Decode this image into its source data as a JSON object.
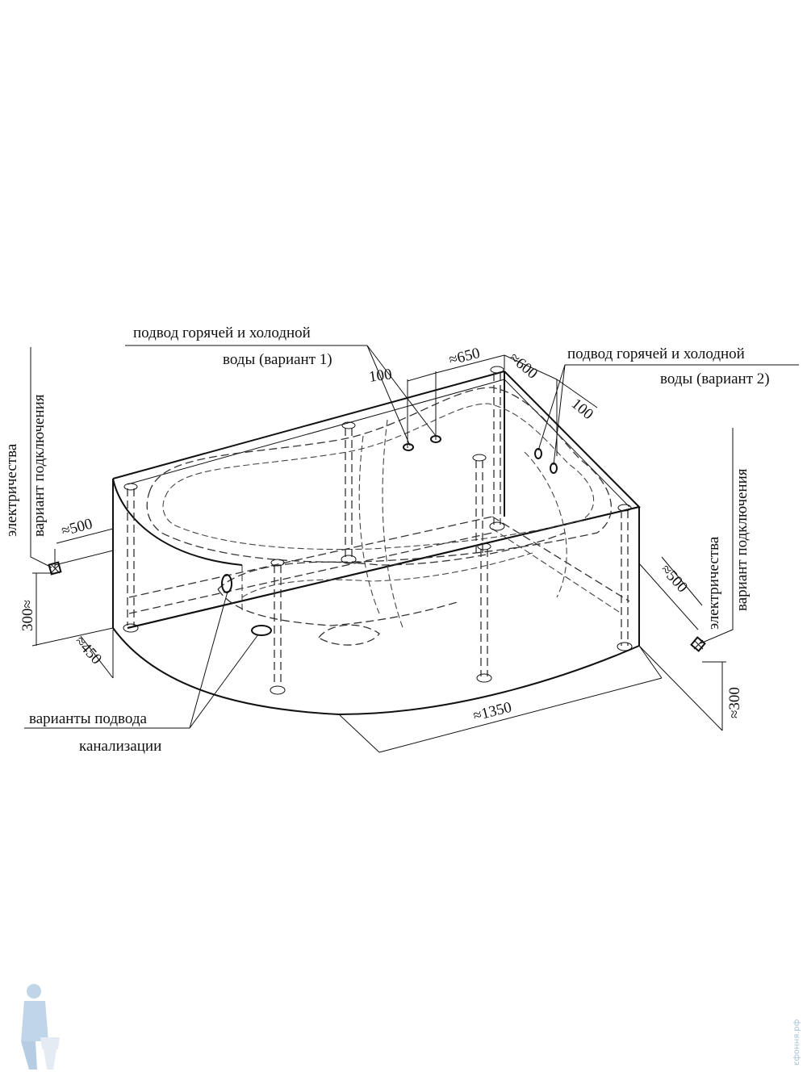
{
  "labels": {
    "water_supply_1_line1": "подвод горячей и холодной",
    "water_supply_1_line2": "воды (вариант 1)",
    "water_supply_2_line1": "подвод горячей и холодной",
    "water_supply_2_line2": "воды (вариант 2)",
    "electric_left_line1": "вариант подключения",
    "electric_left_line2": "электричества",
    "electric_right_line1": "вариант подключения",
    "electric_right_line2": "электричества",
    "drain_line1": "варианты подвода",
    "drain_line2": "канализации"
  },
  "dimensions": {
    "d100_left": "100",
    "d650": "≈650",
    "d600": "≈600",
    "d100_right": "100",
    "d500_left": "≈500",
    "d300_left": "300≈",
    "d450": "≈450",
    "d1350": "≈1350",
    "d500_right": "≈500",
    "d300_right": "≈300"
  },
  "watermark": {
    "text": "єфоння.рф"
  }
}
